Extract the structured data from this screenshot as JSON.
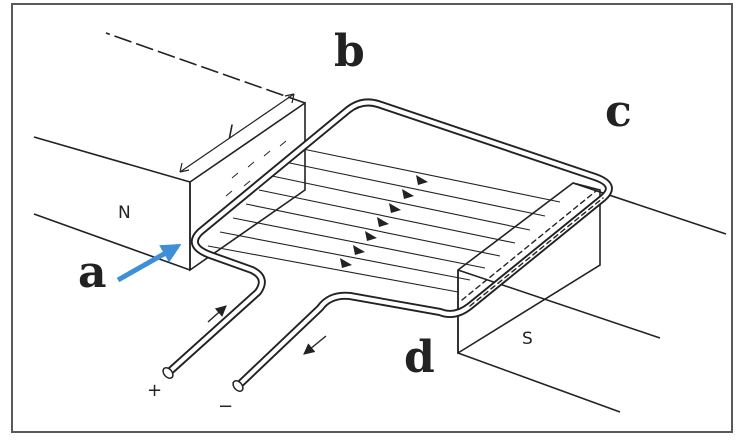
{
  "diagram": {
    "labels": {
      "a": "a",
      "b": "b",
      "c": "c",
      "d": "d"
    },
    "north_pole": "N",
    "south_pole": "S",
    "length_symbol": "l",
    "plus_terminal": "+",
    "minus_terminal": "−",
    "colors": {
      "line": "#222222",
      "pointer_arrow": "#3f8fd8",
      "border": "#5a5a5a"
    }
  }
}
